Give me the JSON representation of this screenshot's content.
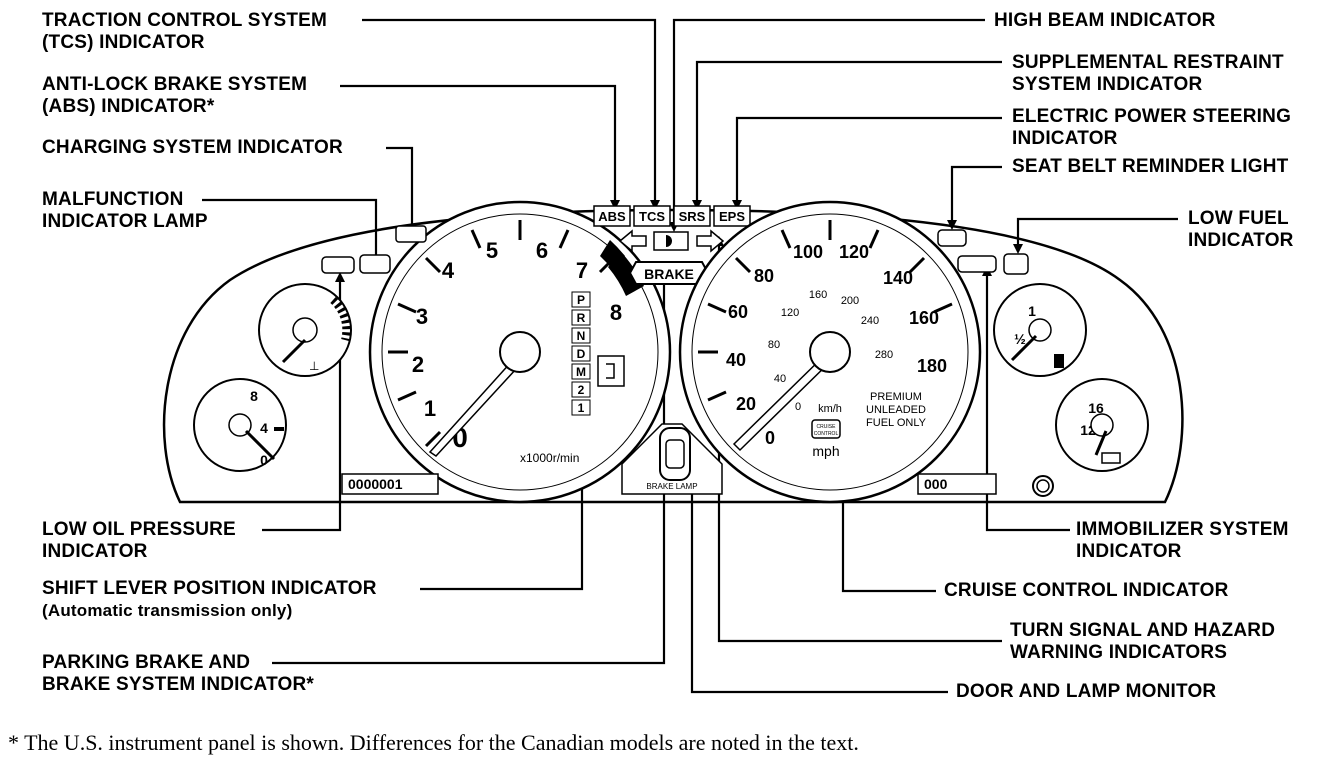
{
  "callouts": {
    "tcs": [
      "TRACTION CONTROL SYSTEM",
      "(TCS) INDICATOR"
    ],
    "abs": [
      "ANTI-LOCK BRAKE SYSTEM",
      "(ABS) INDICATOR*"
    ],
    "charging": [
      "CHARGING SYSTEM INDICATOR"
    ],
    "mil": [
      "MALFUNCTION",
      "INDICATOR LAMP"
    ],
    "high_beam": [
      "HIGH BEAM INDICATOR"
    ],
    "srs": [
      "SUPPLEMENTAL RESTRAINT",
      "SYSTEM INDICATOR"
    ],
    "eps": [
      "ELECTRIC POWER STEERING",
      "INDICATOR"
    ],
    "seat_belt": [
      "SEAT BELT REMINDER LIGHT"
    ],
    "low_fuel": [
      "LOW FUEL",
      "INDICATOR"
    ],
    "oil": [
      "LOW OIL PRESSURE",
      "INDICATOR"
    ],
    "shift": [
      "SHIFT LEVER POSITION INDICATOR",
      "(Automatic transmission only)"
    ],
    "parking": [
      "PARKING BRAKE AND",
      "BRAKE SYSTEM INDICATOR*"
    ],
    "immobilizer": [
      "IMMOBILIZER SYSTEM",
      "INDICATOR"
    ],
    "cruise": [
      "CRUISE CONTROL INDICATOR"
    ],
    "turn": [
      "TURN SIGNAL AND HAZARD",
      "WARNING INDICATORS"
    ],
    "door": [
      "DOOR AND LAMP MONITOR"
    ]
  },
  "footnote": "*  The U.S. instrument panel is shown. Differences for the Canadian models are noted in the text.",
  "panel": {
    "indicator_boxes": [
      "ABS",
      "TCS",
      "SRS",
      "EPS"
    ],
    "brake_label": "BRAKE",
    "tach_numbers": [
      "0",
      "1",
      "2",
      "3",
      "4",
      "5",
      "6",
      "7",
      "8"
    ],
    "tach_unit": "x1000r/min",
    "gear_positions": [
      "P",
      "R",
      "N",
      "D",
      "M",
      "2",
      "1"
    ],
    "speed_mph": [
      "0",
      "20",
      "40",
      "60",
      "80",
      "100",
      "120",
      "140",
      "160",
      "180"
    ],
    "speed_kmh": [
      "0",
      "40",
      "80",
      "120",
      "160",
      "200",
      "240",
      "280"
    ],
    "kmh_label": "km/h",
    "mph_label": "mph",
    "fuel_note": [
      "PREMIUM",
      "UNLEADED",
      "FUEL ONLY"
    ],
    "cruise_icon_text": [
      "CRUISE",
      "CONTROL"
    ],
    "door_lamp_label": "BRAKE LAMP",
    "fuel_gauge": [
      "1",
      "½"
    ],
    "volt_gauge": [
      "16",
      "12"
    ],
    "oil_gauge": [
      "8",
      "4",
      "0"
    ],
    "odometer_left": "0000001",
    "odometer_right": "000"
  }
}
